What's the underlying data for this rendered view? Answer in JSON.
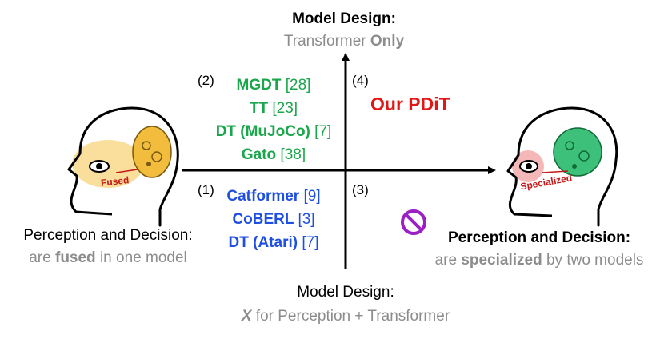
{
  "axes": {
    "top_title": "Model Design:",
    "top_sub_plain": "Transformer ",
    "top_sub_bold": "Only",
    "bottom_title": "Model Design:",
    "bottom_sub_italic": "X",
    "bottom_sub_rest": " for Perception + Transformer",
    "left_title": "Perception and Decision:",
    "left_sub_pre": "are ",
    "left_sub_bold": "fused",
    "left_sub_post": " in one model",
    "right_title": "Perception and Decision:",
    "right_sub_pre": "are ",
    "right_sub_bold": "specialized",
    "right_sub_post": " by two models"
  },
  "quadrants": {
    "q1_label": "(1)",
    "q2_label": "(2)",
    "q3_label": "(3)",
    "q4_label": "(4)",
    "q2_items": [
      {
        "name": "MGDT",
        "ref": "[28]"
      },
      {
        "name": "TT",
        "ref": "[23]"
      },
      {
        "name": "DT (MuJoCo)",
        "ref": "[7]"
      },
      {
        "name": "Gato",
        "ref": "[38]"
      }
    ],
    "q1_items": [
      {
        "name": "Catformer",
        "ref": "[9]"
      },
      {
        "name": "CoBERL",
        "ref": "[3]"
      },
      {
        "name": "DT (Atari)",
        "ref": "[7]"
      }
    ],
    "q4_item": "Our PDiT"
  },
  "heads": {
    "left_tag": "Fused",
    "right_tag": "Specialized"
  },
  "colors": {
    "green": "#1aa64a",
    "blue": "#1f4fe0",
    "red": "#e01818",
    "gray": "#8c8c8c",
    "prohibit": "#9b1fc4",
    "fused_glow": "#f7c95a",
    "specialized_glow": "#f2a0a0"
  },
  "icons": {
    "left_head": "head-with-yellow-brain-icon",
    "right_head": "head-with-green-brain-icon",
    "prohibited": "prohibited-icon"
  }
}
